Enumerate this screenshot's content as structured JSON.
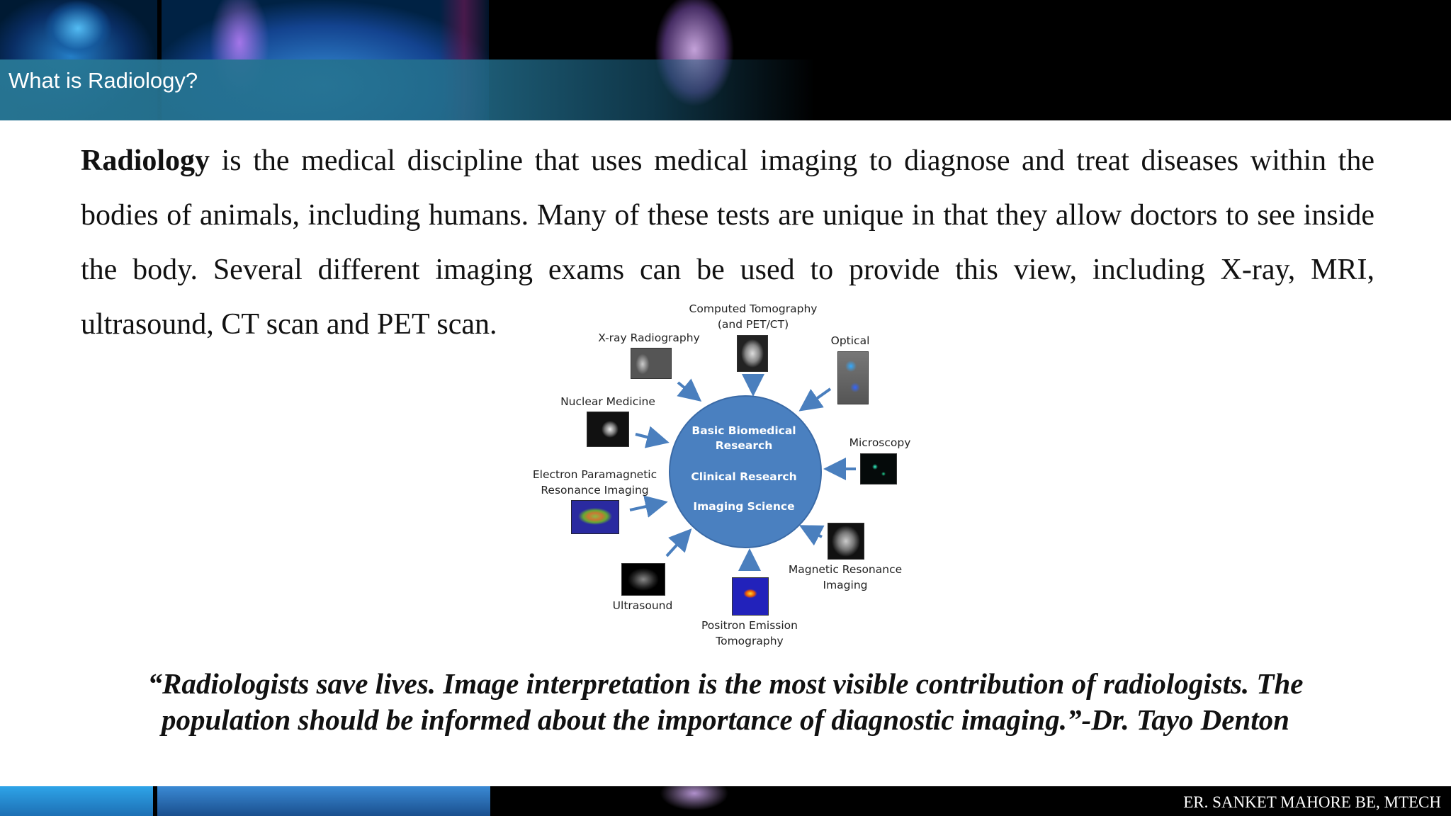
{
  "header": {
    "title": "What is Radiology?"
  },
  "paragraph": {
    "bold_term": "Radiology",
    "text": " is the medical discipline that uses medical imaging to diagnose and treat diseases within the bodies of animals, including humans. Many of these tests are unique in that they allow doctors to see inside the body.  Several different imaging exams can be used to provide this view, including X-ray, MRI, ultrasound, CT scan and PET scan."
  },
  "diagram": {
    "center": [
      "Basic Biomedical",
      "Research",
      "Clinical Research",
      "Imaging Science"
    ],
    "modalities": {
      "ct": [
        "Computed Tomography",
        "(and PET/CT)"
      ],
      "xray": [
        "X-ray Radiography"
      ],
      "optical": [
        "Optical"
      ],
      "nuclear": [
        "Nuclear Medicine"
      ],
      "microscopy": [
        "Microscopy"
      ],
      "epr": [
        "Electron Paramagnetic",
        "Resonance Imaging"
      ],
      "mri": [
        "Magnetic Resonance",
        "Imaging"
      ],
      "ultrasound": [
        "Ultrasound"
      ],
      "pet": [
        "Positron Emission",
        "Tomography"
      ]
    },
    "arrow_color": "#4a7fbe",
    "circle_color": "#4a80c0"
  },
  "quote": {
    "line1": "“Radiologists save lives.  Image interpretation is the most visible contribution of radiologists. The",
    "line2": "population should be informed about the importance of diagnostic imaging.”-Dr. Tayo Denton"
  },
  "footer": {
    "author": "ER. SANKET MAHORE BE, MTECH"
  }
}
